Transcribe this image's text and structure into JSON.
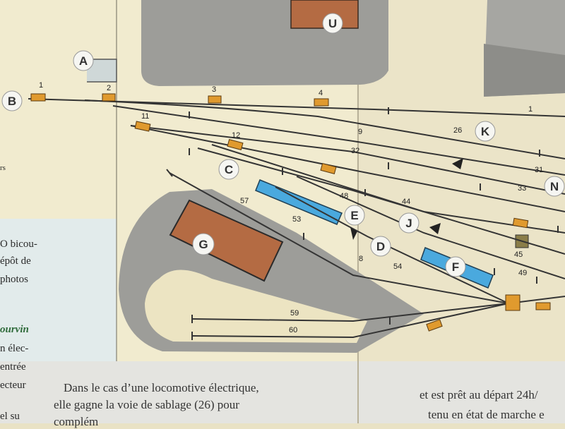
{
  "colors": {
    "page": "#f1ebcf",
    "sidebar": "#e2ebeb",
    "rightpage": "#ebe4c8",
    "gray": "#9d9d99",
    "building": "#b46b43",
    "platform": "#4aa9de",
    "signal": "#e09a2e",
    "track": "#343434",
    "olive": "#8a7d48"
  },
  "markers": [
    {
      "id": "A",
      "label": "A"
    },
    {
      "id": "B",
      "label": "B"
    },
    {
      "id": "C",
      "label": "C"
    },
    {
      "id": "D",
      "label": "D"
    },
    {
      "id": "E",
      "label": "E"
    },
    {
      "id": "F",
      "label": "F"
    },
    {
      "id": "G",
      "label": "G"
    },
    {
      "id": "J",
      "label": "J"
    },
    {
      "id": "K",
      "label": "K"
    },
    {
      "id": "N",
      "label": "N"
    },
    {
      "id": "U",
      "label": "U"
    }
  ],
  "track_numbers": [
    "1",
    "2",
    "3",
    "4",
    "11",
    "12",
    "1",
    "26",
    "9",
    "32",
    "31",
    "33",
    "44",
    "45",
    "48",
    "49",
    "53",
    "54",
    "57",
    "8",
    "59",
    "60"
  ],
  "sidebar": {
    "text_top": "rs",
    "lines": [
      "O bicou-",
      "épôt de",
      "photos"
    ],
    "heading": "ourvin",
    "lines2": [
      "n élec-",
      "entrée",
      "ecteur",
      "el su"
    ]
  },
  "caption": {
    "left_line1": "Dans le cas d’une locomotive électrique,",
    "left_line2": "elle gagne la voie de sablage (26) pour",
    "left_line3": "complém",
    "right_line1": "et est prêt au départ 24h/",
    "right_line2": "tenu en état de marche e"
  }
}
